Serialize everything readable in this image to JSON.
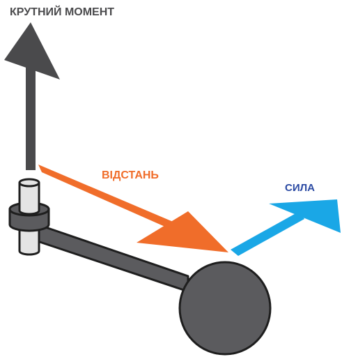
{
  "labels": {
    "torque": "КРУТНИЙ МОМЕНТ",
    "distance": "ВІДСТАНЬ",
    "force": "СИЛА"
  },
  "colors": {
    "torque": "#4a4a4c",
    "distance": "#f06d2a",
    "force": "#1aa7e6",
    "force_label": "#2b4aa3",
    "lever": "#5b5b5e",
    "outline": "#1e1e1e",
    "shaft": "#e4e4e4"
  },
  "icons": {
    "torque": "arrow-up-icon",
    "distance": "arrow-down-right-icon",
    "force": "arrow-up-right-icon"
  }
}
